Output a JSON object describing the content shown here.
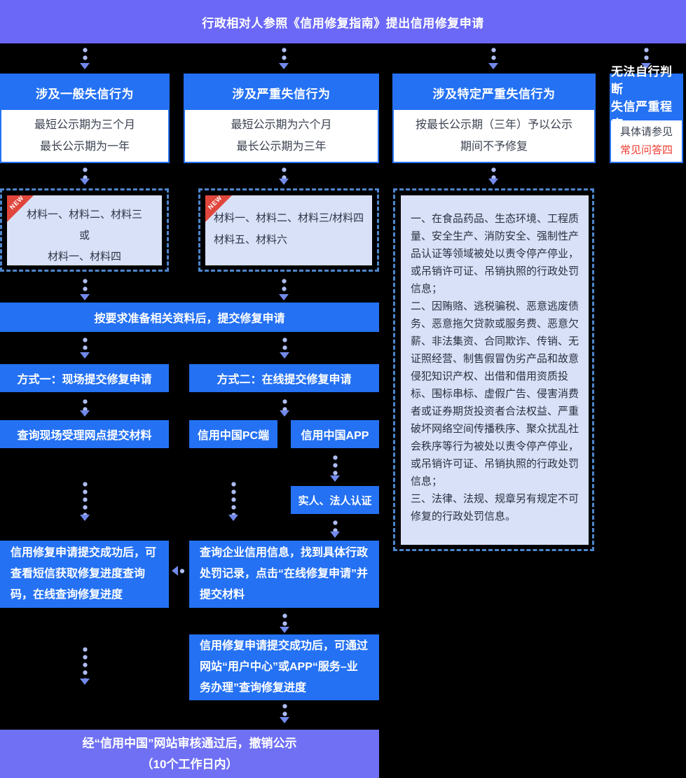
{
  "banner": {
    "title": "行政相对人参照《信用修复指南》提出信用修复申请"
  },
  "columns": {
    "general": {
      "header": "涉及一般失信行为",
      "body_line1": "最短公示期为三个月",
      "body_line2": "最长公示期为一年",
      "badge": "NEW",
      "materials_line1": "材料一、材料二、材料三",
      "materials_line2": "或",
      "materials_line3": "材料一、材料四"
    },
    "serious": {
      "header": "涉及严重失信行为",
      "body_line1": "最短公示期为六个月",
      "body_line2": "最长公示期为三年",
      "badge": "NEW",
      "materials_line1": "材料一、材料二、材料三/材料四",
      "materials_line2": "材料五、材料六"
    },
    "specific": {
      "header": "涉及特定严重失信行为",
      "body_line1": "按最长公示期（三年）予以公示",
      "body_line2": "期间不予修复",
      "detail_item1": "一、在食品药品、生态环境、工程质量、安全生产、消防安全、强制性产品认证等领域被处以责令停产停业，或吊销许可证、吊销执照的行政处罚信息；",
      "detail_item2": "二、因贿赂、逃税骗税、恶意逃废债务、恶意拖欠贷款或服务费、恶意欠薪、非法集资、合同欺诈、传销、无证照经营、制售假冒伪劣产品和故意侵犯知识产权、出借和借用资质投标、围标串标、虚假广告、侵害消费者或证券期货投资者合法权益、严重破坏网络空间传播秩序、聚众扰乱社会秩序等行为被处以责令停产停业，或吊销许可证、吊销执照的行政处罚信息；",
      "detail_item3": "三、法律、法规、规章另有规定不可修复的行政处罚信息。"
    },
    "unknown": {
      "header_line1": "无法自行判断",
      "header_line2": "失信严重程度",
      "body_line1": "具体请参见",
      "body_line2": "常见问答四"
    }
  },
  "flow": {
    "prepare": "按要求准备相关资料后，提交修复申请",
    "method_onsite": "方式一：现场提交修复申请",
    "method_online": "方式二：在线提交修复申请",
    "onsite_step": "查询现场受理网点提交材料",
    "pc": "信用中国PC端",
    "app": "信用中国APP",
    "auth": "实人、法人认证",
    "onsite_result": "信用修复申请提交成功后，可查看短信获取修复进度查询码，在线查询修复进度",
    "online_apply": "查询企业信用信息，找到具体行政处罚记录，点击“在线修复申请”并提交材料",
    "online_result": "信用修复申请提交成功后，可通过网站“用户中心”或APP“服务–业务办理”查询修复进度",
    "final_line1": "经“信用中国”网站审核通过后，撤销公示",
    "final_line2": "（10个工作日内）"
  }
}
